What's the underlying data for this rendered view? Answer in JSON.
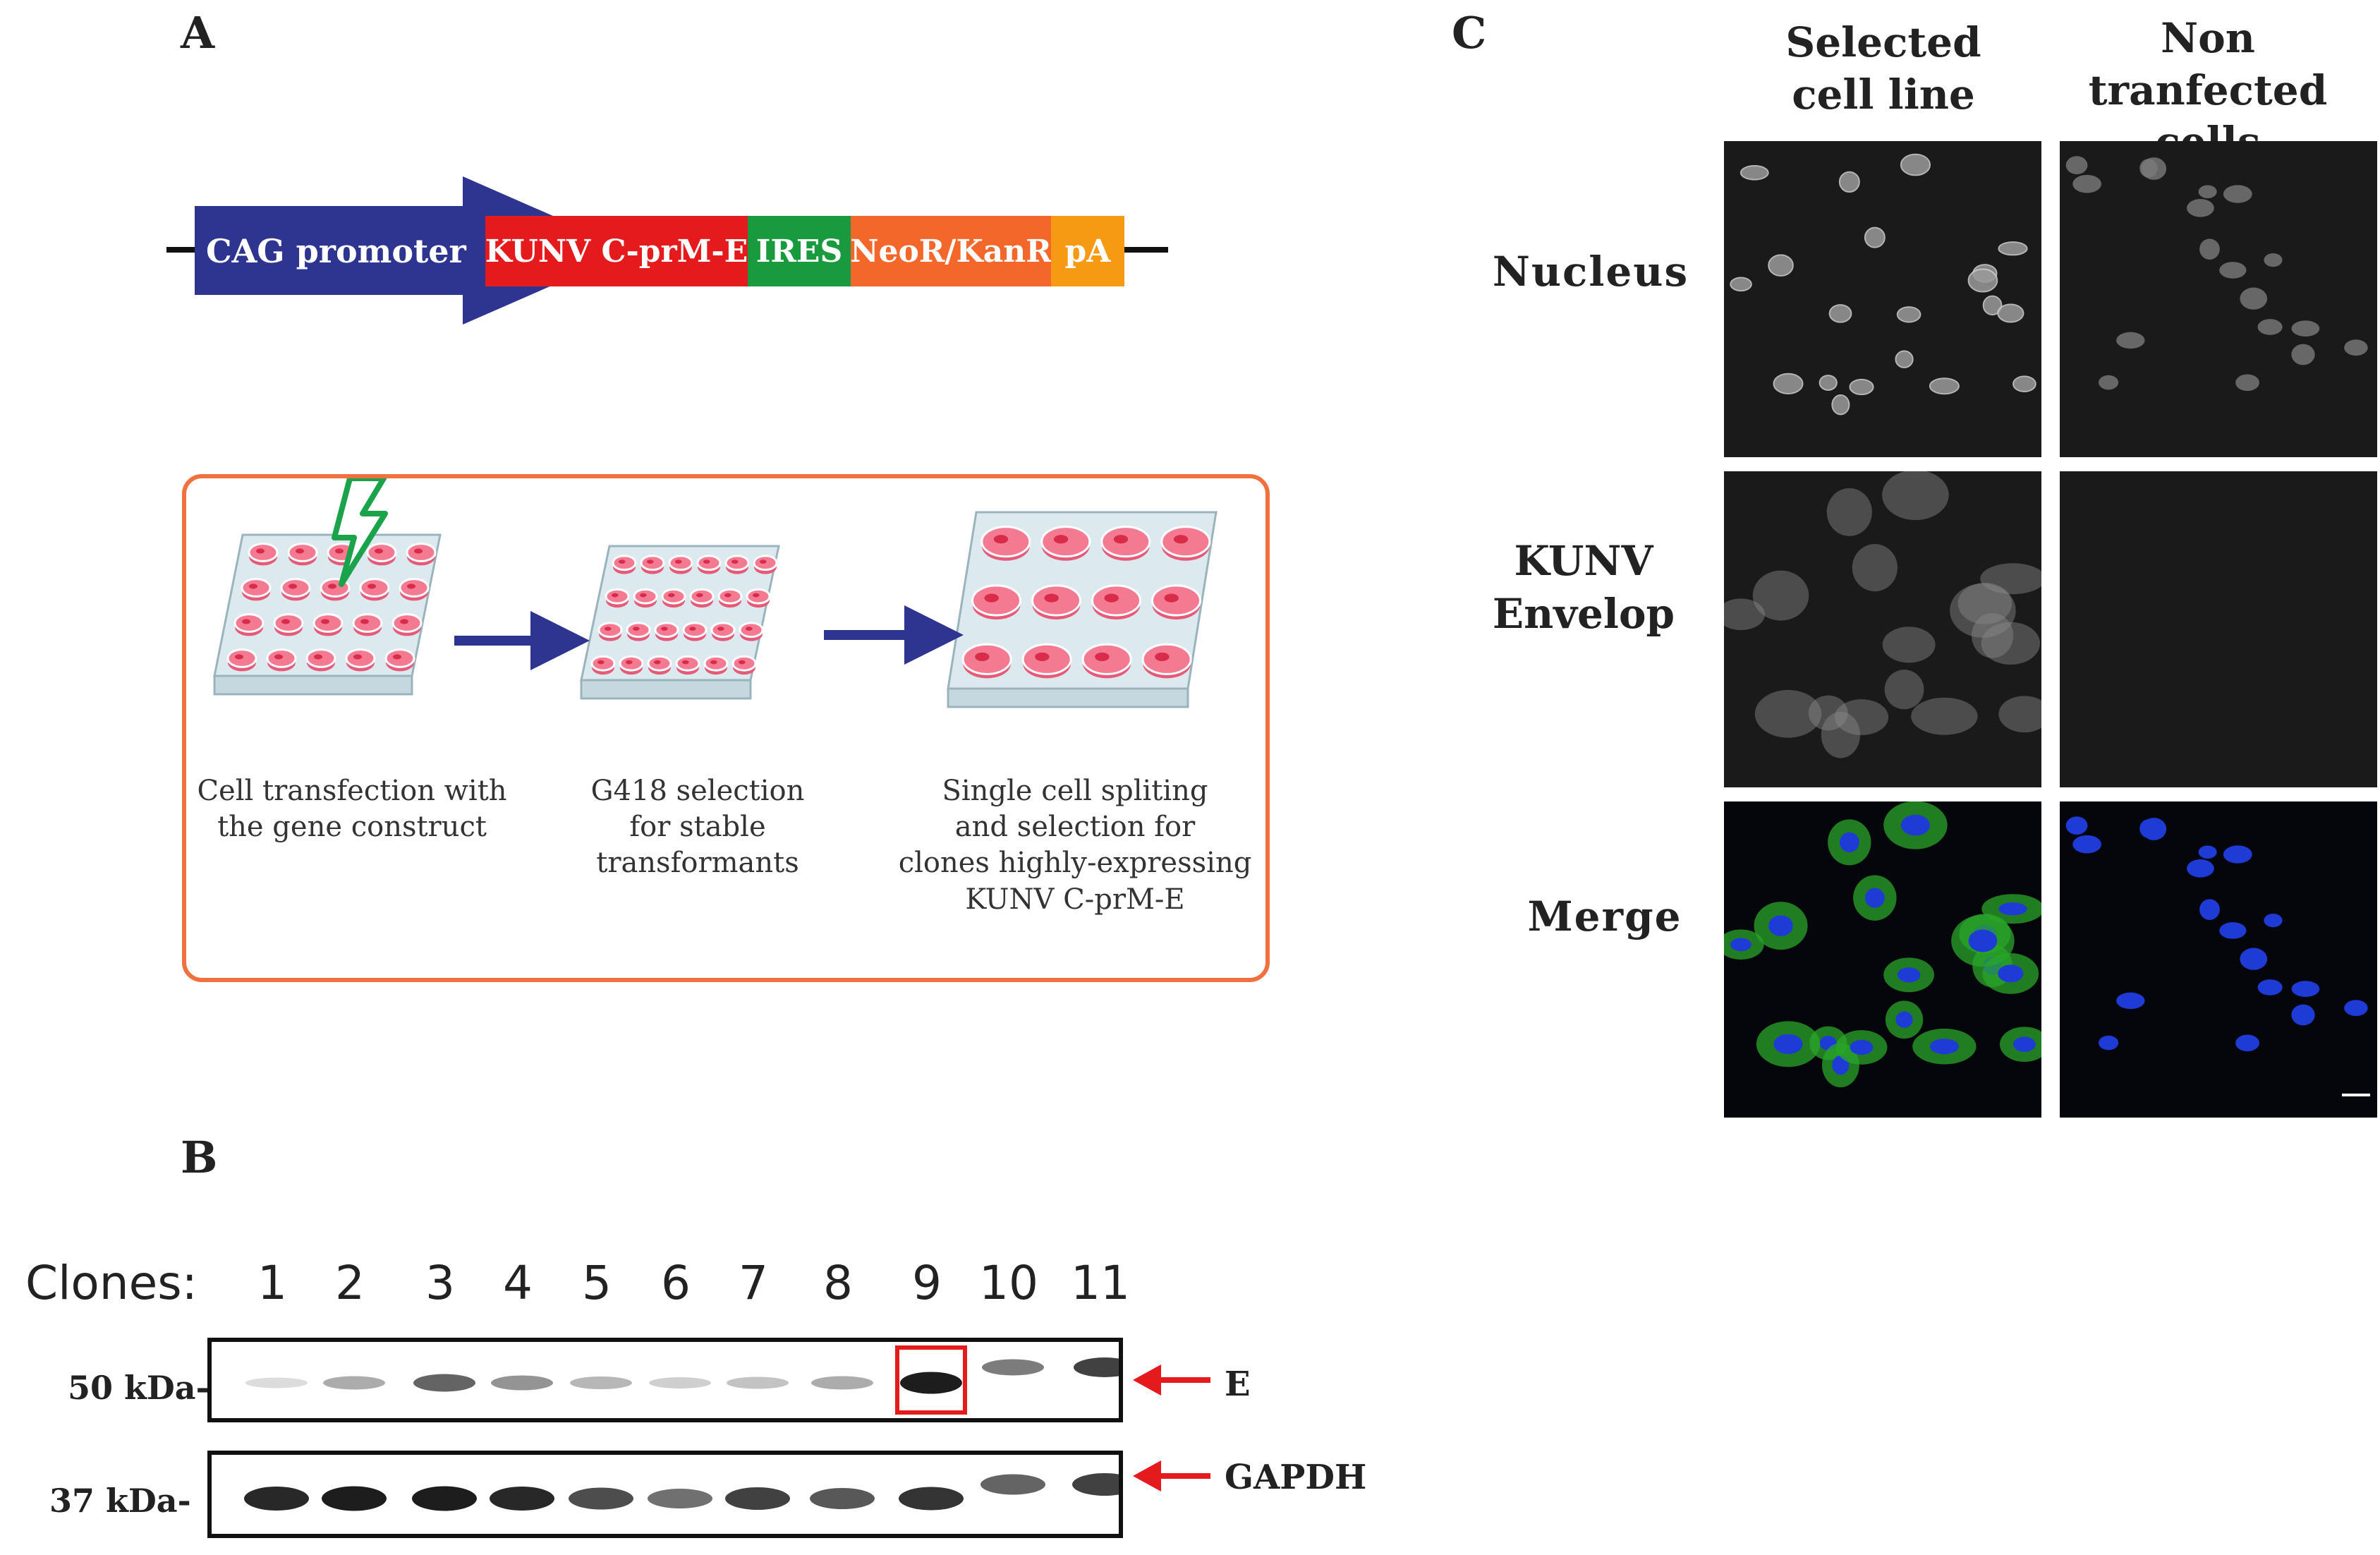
{
  "panels": {
    "a": "A",
    "b": "B",
    "c": "C"
  },
  "construct": {
    "promoter": "CAG promoter",
    "insert": "KUNV C-prM-E",
    "ires": "IRES",
    "marker": "NeoR/KanR",
    "polya": "pA",
    "colors": {
      "promoter": "#2d3591",
      "insert": "#e41a1c",
      "ires": "#1a9a3f",
      "marker": "#f4672a",
      "polya": "#f59a12"
    }
  },
  "workflow": {
    "step1": "Cell transfection with\nthe gene construct",
    "step2": "G418 selection\nfor stable transformants",
    "step3": "Single cell spliting\nand selection for\nclones highly-expressing\nKUNV C-prM-E",
    "box_color": "#f07040",
    "arrow_color": "#2d3591",
    "bolt_color": "#1aa34a",
    "well_color": "#f47a92"
  },
  "blot": {
    "clones_label": "Clones:",
    "clones": [
      "1",
      "2",
      "3",
      "4",
      "5",
      "6",
      "7",
      "8",
      "9",
      "10",
      "11"
    ],
    "upper_marker": "50 kDa-",
    "lower_marker": "37 kDa-",
    "upper_band": "E",
    "lower_band": "GAPDH",
    "e_intensity": [
      0.15,
      0.35,
      0.65,
      0.45,
      0.3,
      0.2,
      0.25,
      0.35,
      0.95,
      0.55,
      0.8
    ],
    "gapdh_intensity": [
      0.9,
      0.95,
      0.95,
      0.9,
      0.75,
      0.6,
      0.8,
      0.7,
      0.85,
      0.65,
      0.8
    ],
    "highlight_clone": "9",
    "highlight_color": "#e41a1c"
  },
  "microscopy": {
    "columns": [
      "Selected\ncell line",
      "Non tranfected\ncells"
    ],
    "rows": [
      "Nucleus",
      "KUNV\nEnvelop",
      "Merge"
    ],
    "nucleus_color": "#1f3bd6",
    "envelope_color": "#2aa52a"
  }
}
